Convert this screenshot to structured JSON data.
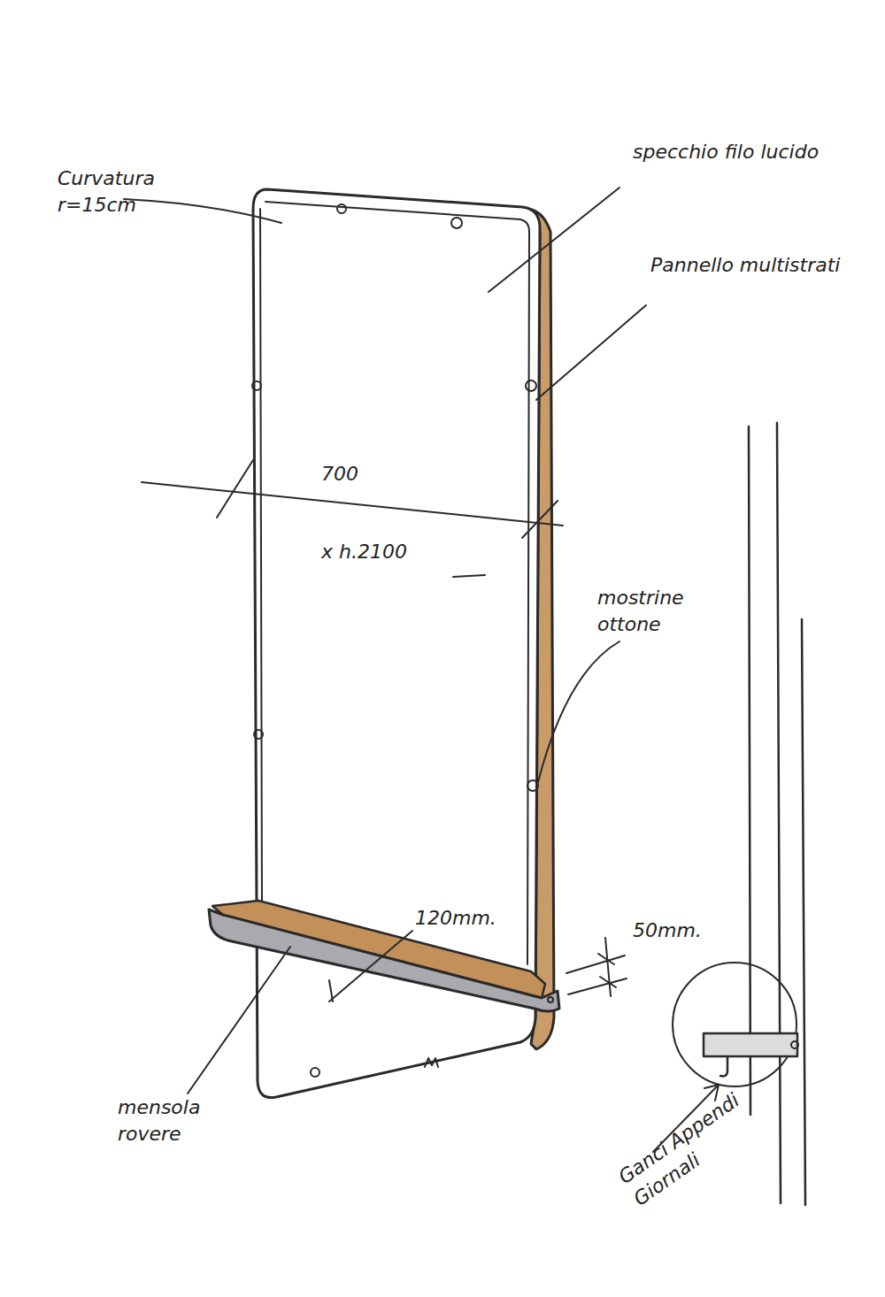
{
  "diagram": {
    "labels": [
      "Curvatura r=15cm",
      "specchio filo lucido",
      "Pannello multistrati",
      "700",
      "x h.2100",
      "mostrine ottone",
      "120mm.",
      "50mm.",
      "mensola rovere",
      "Ganci Appendi Giornali"
    ]
  }
}
